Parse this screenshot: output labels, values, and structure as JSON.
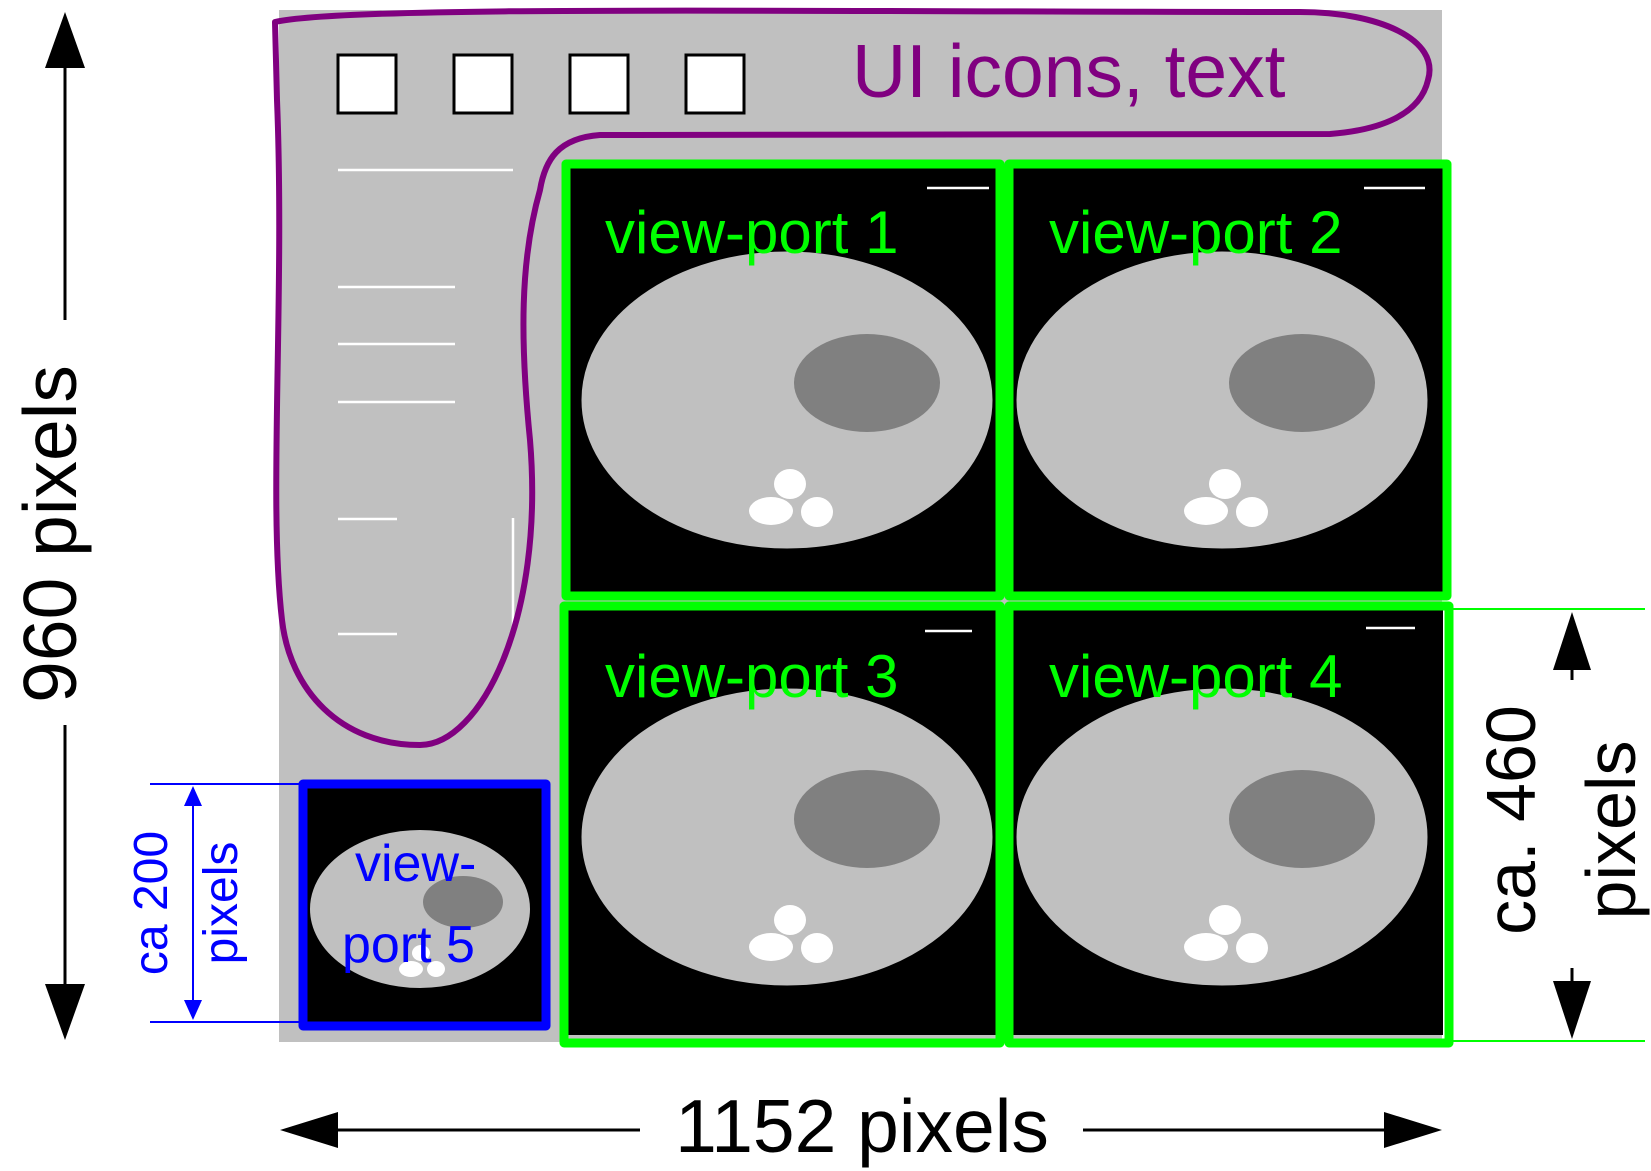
{
  "colors": {
    "background": "#ffffff",
    "screen": "#c0c0c0",
    "ui_outline": "#800080",
    "viewport_frame": "#00ff00",
    "small_viewport_frame": "#0000ff",
    "viewport_background": "#000000",
    "phantom_body": "#c0c0c0",
    "phantom_region": "#808080",
    "phantom_spots": "#ffffff",
    "dimension_lines": "#000000"
  },
  "ui_region": {
    "label": "UI icons, text",
    "toolbar_icons": [
      "toolbar-button-1",
      "toolbar-button-2",
      "toolbar-button-3",
      "toolbar-button-4"
    ]
  },
  "viewports": [
    {
      "label": "view-port 1"
    },
    {
      "label": "view-port 2"
    },
    {
      "label": "view-port 3"
    },
    {
      "label": "view-port 4"
    }
  ],
  "small_viewport": {
    "label_line1": "view-",
    "label_line2": "port 5"
  },
  "dimensions": {
    "screen_height_label": "960 pixels",
    "screen_width_label": "1152 pixels",
    "viewport_height_line1": "ca. 460",
    "viewport_height_line2": "pixels",
    "small_viewport_height_line1": "ca 200",
    "small_viewport_height_line2": "pixels"
  }
}
